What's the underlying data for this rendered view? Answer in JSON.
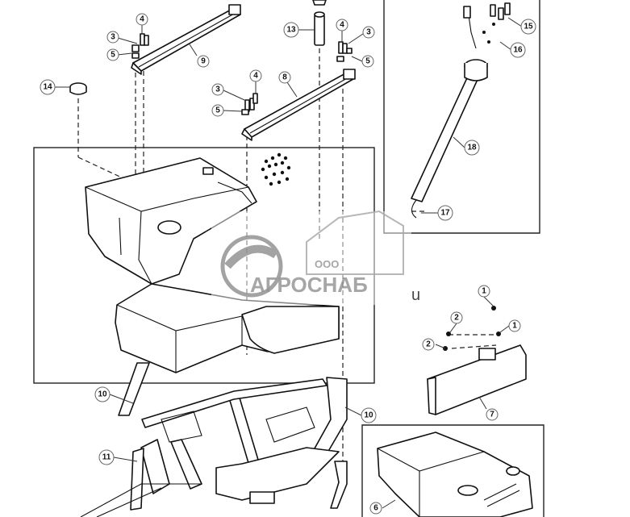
{
  "watermark": {
    "company_form": "ООО",
    "company_name": "АГРОСНАБ",
    "domain_suffix": "u"
  },
  "callouts": [
    {
      "id": "c4a",
      "label": "4"
    },
    {
      "id": "c3a",
      "label": "3"
    },
    {
      "id": "c5a",
      "label": "5"
    },
    {
      "id": "c9",
      "label": "9"
    },
    {
      "id": "c13",
      "label": "13"
    },
    {
      "id": "c4b",
      "label": "4"
    },
    {
      "id": "c3b",
      "label": "3"
    },
    {
      "id": "c5b",
      "label": "5"
    },
    {
      "id": "c14",
      "label": "14"
    },
    {
      "id": "c3c",
      "label": "3"
    },
    {
      "id": "c4c",
      "label": "4"
    },
    {
      "id": "c5c",
      "label": "5"
    },
    {
      "id": "c8",
      "label": "8"
    },
    {
      "id": "c15",
      "label": "15"
    },
    {
      "id": "c16",
      "label": "16"
    },
    {
      "id": "c18",
      "label": "18"
    },
    {
      "id": "c17",
      "label": "17"
    },
    {
      "id": "c1a",
      "label": "1"
    },
    {
      "id": "c2a",
      "label": "2"
    },
    {
      "id": "c1b",
      "label": "1"
    },
    {
      "id": "c2b",
      "label": "2"
    },
    {
      "id": "c7",
      "label": "7"
    },
    {
      "id": "c10a",
      "label": "10"
    },
    {
      "id": "c10b",
      "label": "10"
    },
    {
      "id": "c11",
      "label": "11"
    },
    {
      "id": "c6",
      "label": "6"
    }
  ]
}
